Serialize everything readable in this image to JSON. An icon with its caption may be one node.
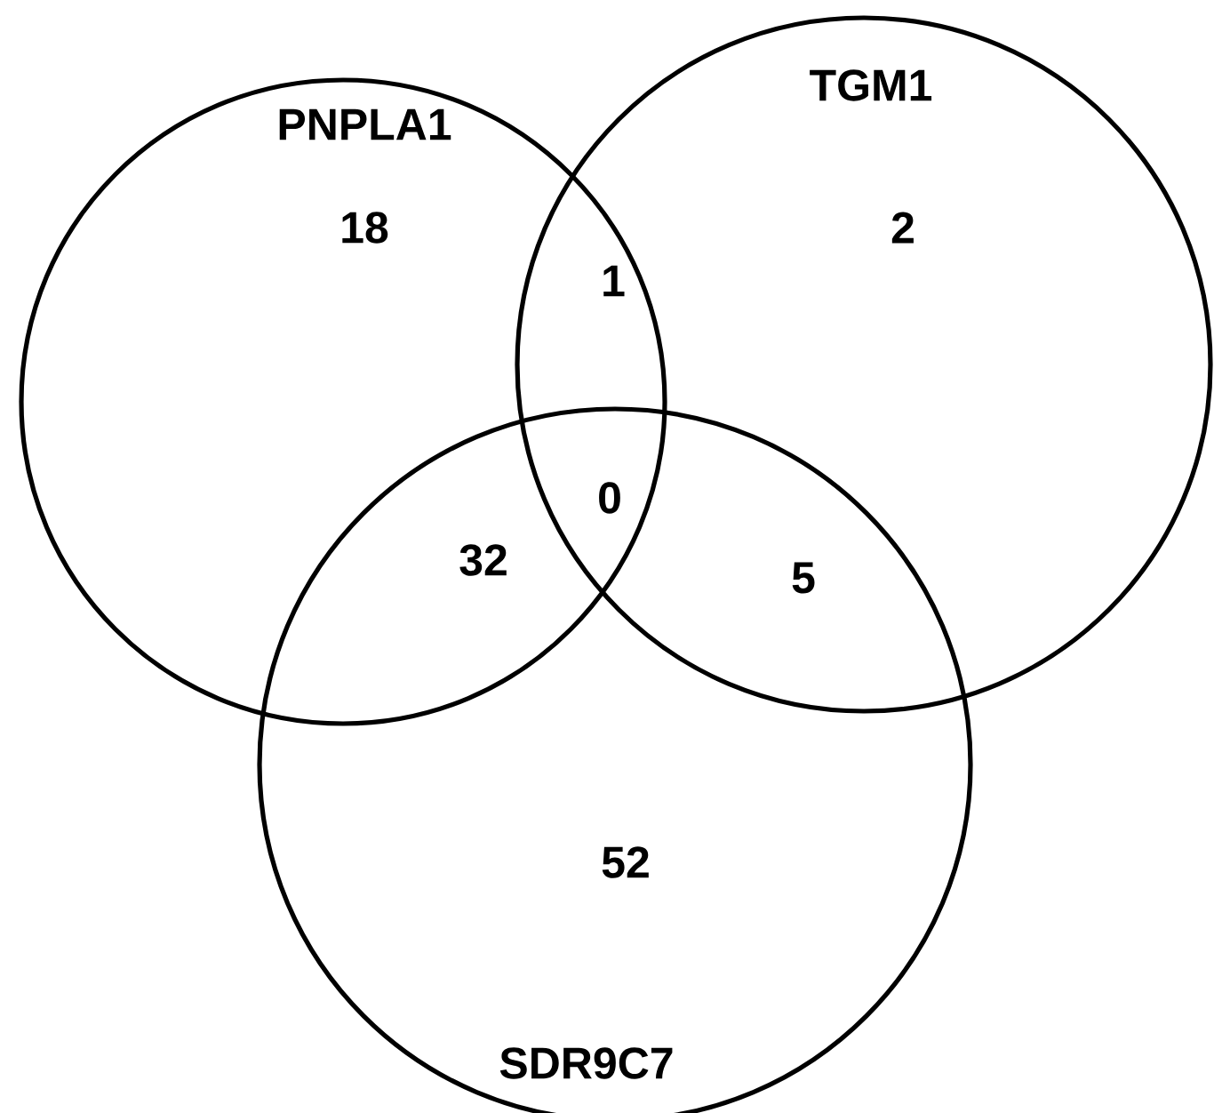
{
  "diagram": {
    "nodes": [
      {
        "text": [
          "PNPLA1"
        ]
      },
      {
        "text": [
          "TGM1"
        ]
      },
      {
        "text": [
          "SDR9C7"
        ]
      }
    ],
    "labels": [
      "18",
      "1",
      "2",
      "0",
      "32",
      "5",
      "52"
    ]
  }
}
